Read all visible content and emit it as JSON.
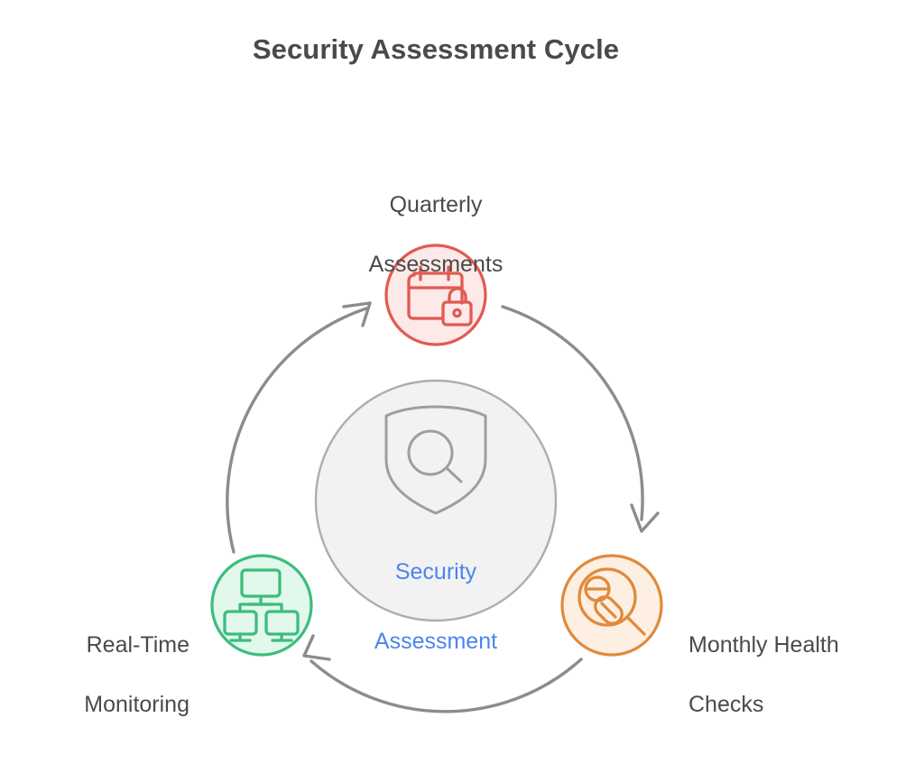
{
  "title": "Security Assessment Cycle",
  "center": {
    "icon": "shield-search-icon",
    "label_line1": "Security",
    "label_line2": "Assessment",
    "text_color": "#4c84ee",
    "fill": "#f2f2f2",
    "stroke": "#adadad"
  },
  "nodes": [
    {
      "id": "quarterly-assessments",
      "label_line1": "Quarterly",
      "label_line2": "Assessments",
      "icon": "calendar-lock-icon",
      "ring_color": "#e15a51",
      "fill_color": "#fce9e8",
      "position": "top"
    },
    {
      "id": "monthly-health-checks",
      "label_line1": "Monthly Health",
      "label_line2": "Checks",
      "icon": "pill-magnifier-icon",
      "ring_color": "#e08a3c",
      "fill_color": "#fdf0e2",
      "position": "bottom-right"
    },
    {
      "id": "real-time-monitoring",
      "label_line1": "Real-Time",
      "label_line2": "Monitoring",
      "icon": "network-monitors-icon",
      "ring_color": "#3cbd7c",
      "fill_color": "#e2f8ec",
      "position": "bottom-left"
    }
  ],
  "arrows": [
    {
      "id": "arrow-quarterly-to-monthly",
      "from": "quarterly-assessments",
      "to": "monthly-health-checks",
      "color": "#8c8c8c"
    },
    {
      "id": "arrow-monthly-to-realtime",
      "from": "monthly-health-checks",
      "to": "real-time-monitoring",
      "color": "#8c8c8c"
    },
    {
      "id": "arrow-realtime-to-quarterly",
      "from": "real-time-monitoring",
      "to": "quarterly-assessments",
      "color": "#8c8c8c"
    }
  ],
  "colors": {
    "background": "#ffffff",
    "text": "#4a4a4a",
    "arrow": "#8c8c8c",
    "accent_blue": "#4c84ee"
  }
}
